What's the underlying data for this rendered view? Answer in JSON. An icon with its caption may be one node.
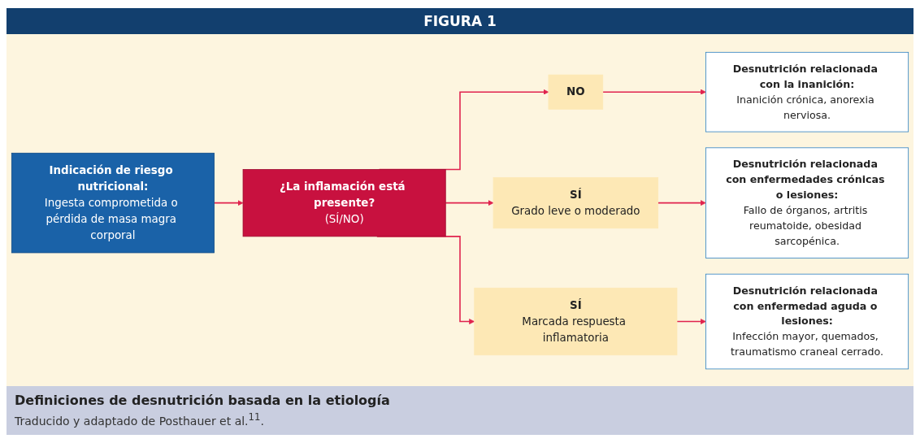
{
  "diagram": {
    "title": "FIGURA 1",
    "nodes": [
      {
        "text": [
          "Indicación de riesgo nutricional:",
          "Ingesta comprometida o pérdida de masa magra corporal"
        ]
      },
      {
        "text": [
          "¿La inflamación está presente?",
          "(SÍ/NO)"
        ]
      },
      {
        "text": [
          "NO"
        ]
      },
      {
        "text": [
          "SÍ",
          "Grado leve o moderado"
        ]
      },
      {
        "text": [
          "SÍ",
          "Marcada respuesta inflamatoria"
        ]
      },
      {
        "text": [
          "Desnutrición relacionada con la inanición:",
          "Inanición crónica, anorexia nerviosa."
        ]
      },
      {
        "text": [
          "Desnutrición relacionada con enfermedades crónicas o lesiones:",
          "Fallo de órganos, artritis reumatoide, obesidad sarcopénica."
        ]
      },
      {
        "text": [
          "Desnutrición relacionada con enfermedad aguda o lesiones:",
          "Infección mayor, quemados, traumatismo craneal cerrado."
        ]
      }
    ],
    "edges": [
      {
        "from": 0,
        "to": 1,
        "arrow": "to"
      },
      {
        "from": 1,
        "to": 2,
        "arrow": "to"
      },
      {
        "from": 1,
        "to": 3,
        "arrow": "to"
      },
      {
        "from": 1,
        "to": 4,
        "arrow": "to"
      },
      {
        "from": 2,
        "to": 5,
        "arrow": "to"
      },
      {
        "from": 3,
        "to": 6,
        "arrow": "to"
      },
      {
        "from": 4,
        "to": 7,
        "arrow": "to"
      }
    ],
    "caption": "Definiciones de desnutrición basada en la etiología",
    "labels": [
      "Traducido y adaptado de Posthauer et al.$^{11}$."
    ]
  }
}
